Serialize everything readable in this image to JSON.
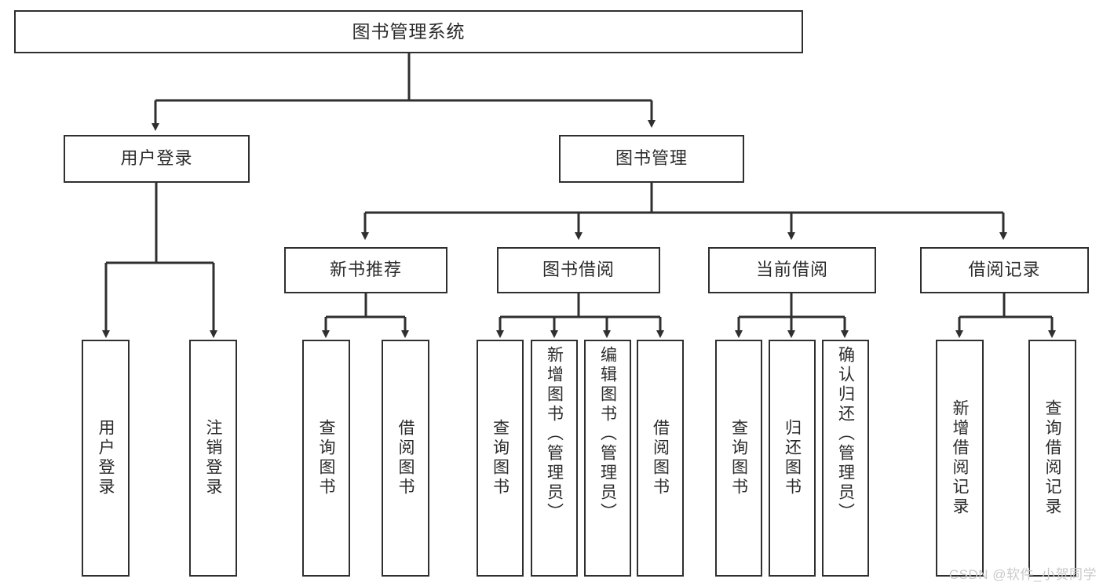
{
  "diagram": {
    "title": "图书管理系统",
    "type": "tree-hierarchy-chart",
    "root": {
      "label": "图书管理系统"
    },
    "level2": [
      {
        "label": "用户登录"
      },
      {
        "label": "图书管理"
      }
    ],
    "level3": [
      {
        "label": "新书推荐"
      },
      {
        "label": "图书借阅"
      },
      {
        "label": "当前借阅"
      },
      {
        "label": "借阅记录"
      }
    ],
    "leaves": {
      "user_login": [
        {
          "label": "用户登录"
        },
        {
          "label": "注销登录"
        }
      ],
      "new_book_recommend": [
        {
          "label": "查询图书"
        },
        {
          "label": "借阅图书"
        }
      ],
      "book_borrow": [
        {
          "label": "查询图书"
        },
        {
          "label": "新增图书（管理员）"
        },
        {
          "label": "编辑图书（管理员）"
        },
        {
          "label": "借阅图书"
        }
      ],
      "current_borrow": [
        {
          "label": "查询图书"
        },
        {
          "label": "归还图书"
        },
        {
          "label": "确认归还（管理员）"
        }
      ],
      "borrow_record": [
        {
          "label": "新增借阅记录"
        },
        {
          "label": "查询借阅记录"
        }
      ]
    }
  },
  "watermark": {
    "text": "CSDN @软件_小贺同学"
  },
  "colors": {
    "border": "#2f2f2f",
    "text": "#2b2b2b",
    "background": "#ffffff",
    "watermark": "#c9c9c9"
  }
}
